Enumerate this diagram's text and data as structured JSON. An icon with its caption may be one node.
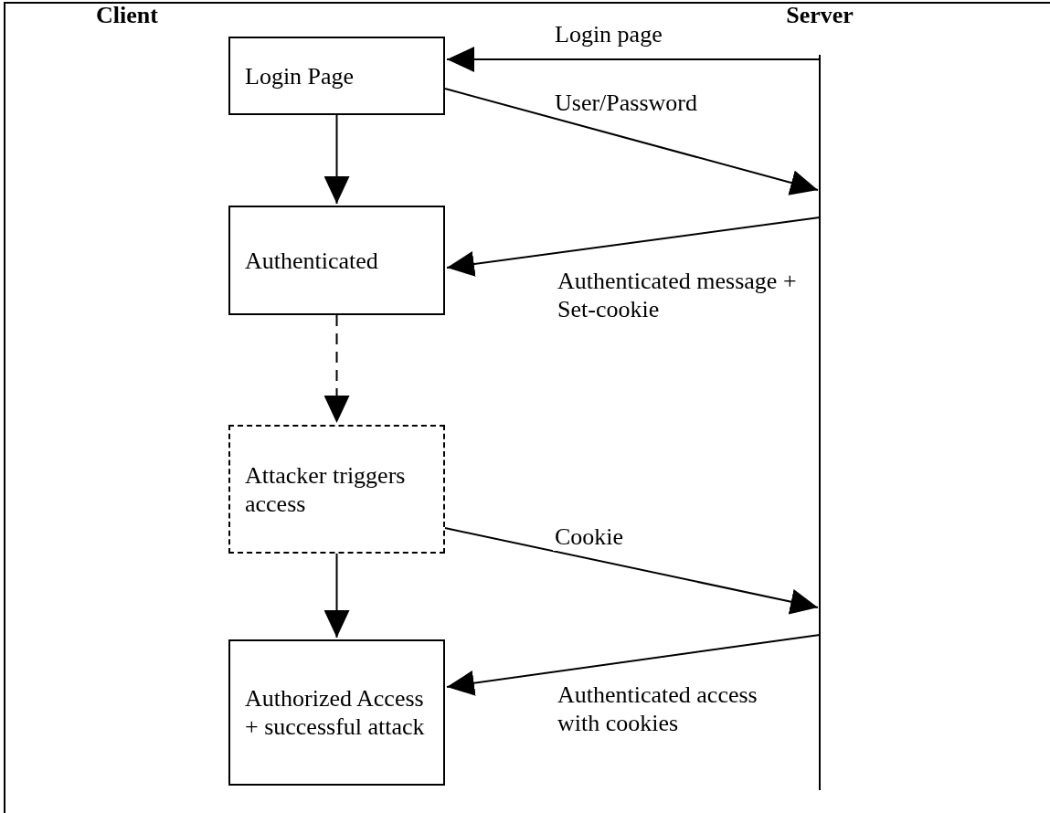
{
  "diagram": {
    "nodes": [
      {
        "text": [
          "Login Page"
        ]
      },
      {
        "text": [
          "Authenticated"
        ]
      },
      {
        "text": [
          "Attacker triggers access"
        ]
      },
      {
        "text": [
          "Authorized Access + successful attack"
        ]
      },
      {
        "text": [
          "Server"
        ]
      }
    ],
    "edges": [
      {
        "from": 4,
        "to": 0,
        "arrow": "to",
        "label": "Login page"
      },
      {
        "from": 0,
        "to": 4,
        "arrow": "to",
        "label": "User/Password"
      },
      {
        "from": 4,
        "to": 1,
        "arrow": "to",
        "label": "Authenticated message + Set-cookie"
      },
      {
        "from": 0,
        "to": 1,
        "arrow": "to"
      },
      {
        "from": 1,
        "to": 2,
        "arrow": "to",
        "style": "dashed"
      },
      {
        "from": 2,
        "to": 4,
        "arrow": "to",
        "label": "Cookie"
      },
      {
        "from": 4,
        "to": 3,
        "arrow": "to",
        "label": "Authenticated access with cookies"
      },
      {
        "from": 2,
        "to": 3,
        "arrow": "to"
      }
    ],
    "labels": [
      "Client"
    ]
  }
}
